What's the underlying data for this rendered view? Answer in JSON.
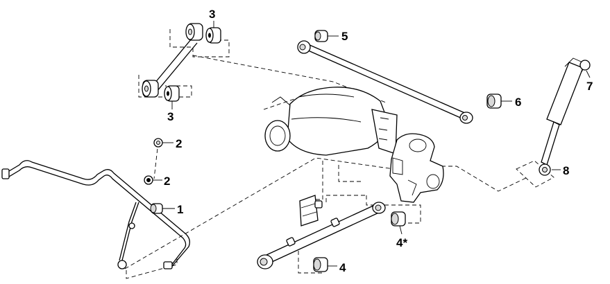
{
  "callouts": {
    "c1": "1",
    "c2a": "2",
    "c2b": "2",
    "c3top": "3",
    "c3bottom": "3",
    "c4": "4",
    "c4star": "4*",
    "c5": "5",
    "c6": "6",
    "c7": "7",
    "c8": "8"
  }
}
